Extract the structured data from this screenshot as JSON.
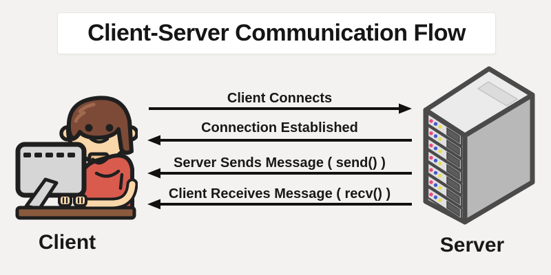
{
  "diagram": {
    "title": "Client-Server Communication Flow",
    "client": {
      "label": "Client",
      "icon": "person-at-computer-icon"
    },
    "server": {
      "label": "Server",
      "icon": "server-rack-icon"
    },
    "messages": [
      {
        "label": "Client Connects",
        "direction": "right",
        "from": "client",
        "to": "server"
      },
      {
        "label": "Connection Established",
        "direction": "left",
        "from": "server",
        "to": "client"
      },
      {
        "label": "Server Sends Message ( send() )",
        "direction": "left",
        "from": "server",
        "to": "client"
      },
      {
        "label": "Client Receives Message ( recv() )",
        "direction": "left",
        "from": "server",
        "to": "client"
      }
    ],
    "colors": {
      "background": "#f3f2f0",
      "title_panel": "#ffffff",
      "text": "#181818",
      "arrow": "#111111",
      "shirt_red": "#d95b4d",
      "skin": "#fad7a9",
      "hair_brown": "#7d4a38",
      "desk_brown": "#8a5a3d",
      "monitor_gray": "#d6d6d6",
      "server_frame": "#4a4a4a",
      "led_pink": "#e84a7f",
      "led_blue": "#4559c9",
      "led_yellow": "#e3df4e"
    }
  }
}
